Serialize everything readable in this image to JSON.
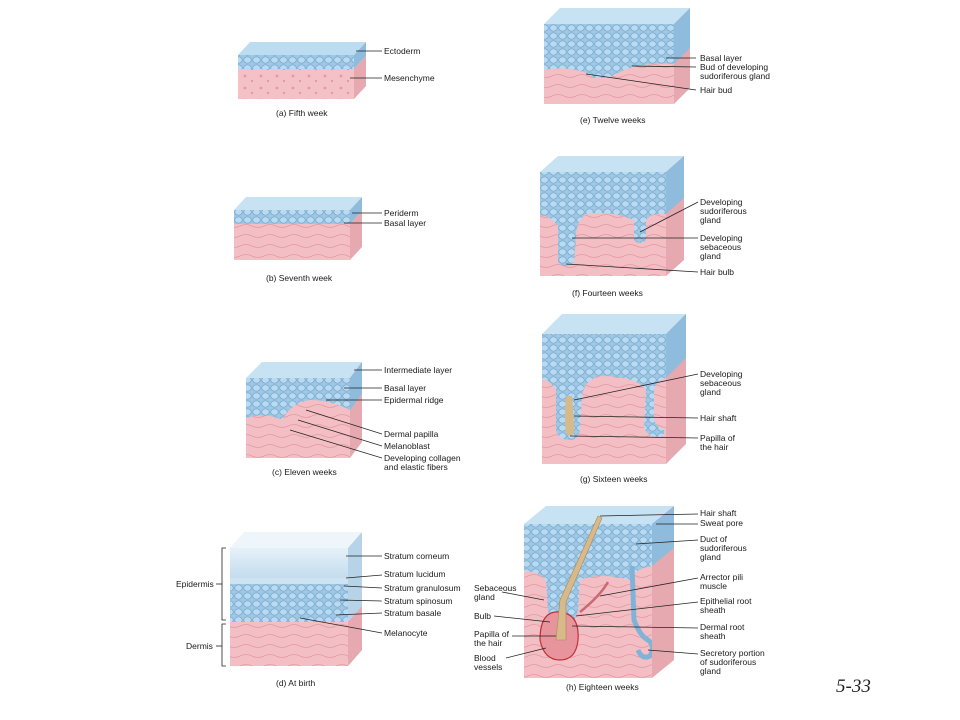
{
  "page_number": "5-33",
  "colors": {
    "epidermis_top": "#a9cde6",
    "epidermis_cell": "#7fb3d8",
    "dermis": "#f2b8be",
    "dermis_dark": "#d98a92",
    "hair": "#d8b98a"
  },
  "panels": {
    "a": {
      "caption": "(a)  Fifth week",
      "labels": [
        "Ectoderm",
        "Mesenchyme"
      ]
    },
    "b": {
      "caption": "(b)  Seventh week",
      "labels": [
        "Periderm",
        "Basal layer"
      ]
    },
    "c": {
      "caption": "(c)  Eleven weeks",
      "labels": [
        "Intermediate layer",
        "Basal layer",
        "Epidermal ridge",
        "Dermal papilla",
        "Melanoblast",
        "Developing collagen",
        "and elastic fibers"
      ]
    },
    "d": {
      "caption": "(d)  At birth",
      "labels": [
        "Stratum corneum",
        "Stratum lucidum",
        "Stratum granulosum",
        "Stratum spinosum",
        "Stratum basale",
        "Melanocyte"
      ],
      "brackets": [
        "Epidermis",
        "Dermis"
      ]
    },
    "e": {
      "caption": "(e)  Twelve weeks",
      "labels": [
        "Basal layer",
        "Bud of developing",
        "sudoriferous gland",
        "Hair bud"
      ]
    },
    "f": {
      "caption": "(f)  Fourteen weeks",
      "labels": [
        "Developing",
        "sudoriferous",
        "gland",
        "Developing",
        "sebaceous",
        "gland",
        "Hair bulb"
      ]
    },
    "g": {
      "caption": "(g)  Sixteen weeks",
      "labels": [
        "Developing",
        "sebaceous",
        "gland",
        "Hair shaft",
        "Papilla of",
        "the hair"
      ]
    },
    "h": {
      "caption": "(h)  Eighteen weeks",
      "right_labels": [
        "Hair shaft",
        "Sweat pore",
        "Duct of",
        "sudoriferous",
        "gland",
        "Arrector pili",
        "muscle",
        "Epithelial root",
        "sheath",
        "Dermal root",
        "sheath",
        "Secretory portion",
        "of sudoriferous",
        "gland"
      ],
      "left_labels": [
        "Sebaceous",
        "gland",
        "Bulb",
        "Papilla of",
        "the hair",
        "Blood",
        "vessels"
      ]
    }
  }
}
